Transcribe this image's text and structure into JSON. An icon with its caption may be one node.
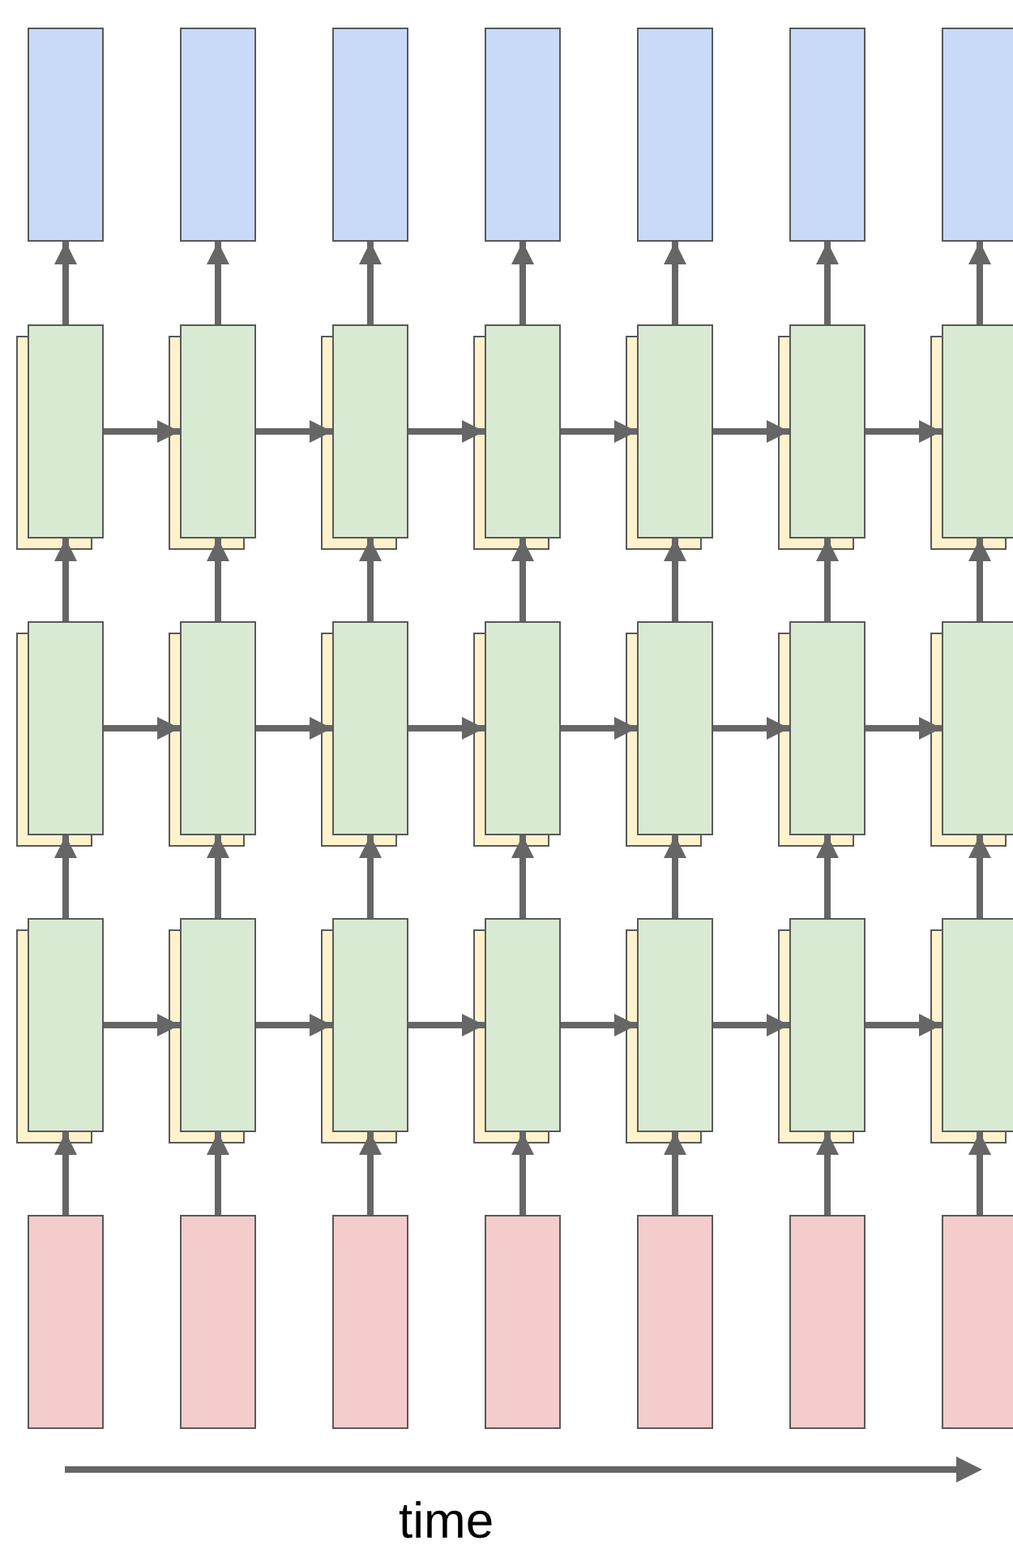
{
  "diagram": {
    "nodes": [
      {
        "text": [],
        "shape": "box"
      },
      {
        "text": [],
        "shape": "box"
      },
      {
        "text": [],
        "shape": "box"
      },
      {
        "text": [],
        "shape": "box"
      },
      {
        "text": [],
        "shape": "box"
      },
      {
        "text": [],
        "shape": "box"
      },
      {
        "text": [],
        "shape": "box"
      },
      {
        "text": [],
        "shape": "box"
      },
      {
        "text": [],
        "shape": "box"
      },
      {
        "text": [],
        "shape": "box"
      },
      {
        "text": [],
        "shape": "box"
      },
      {
        "text": [],
        "shape": "box"
      },
      {
        "text": [],
        "shape": "box"
      },
      {
        "text": [],
        "shape": "box"
      },
      {
        "text": [],
        "shape": "box"
      },
      {
        "text": [],
        "shape": "box"
      },
      {
        "text": [],
        "shape": "box"
      },
      {
        "text": [],
        "shape": "box"
      },
      {
        "text": [],
        "shape": "box"
      },
      {
        "text": [],
        "shape": "box"
      },
      {
        "text": [],
        "shape": "box"
      },
      {
        "text": [],
        "shape": "box"
      },
      {
        "text": [],
        "shape": "box"
      },
      {
        "text": [],
        "shape": "box"
      },
      {
        "text": [],
        "shape": "box"
      },
      {
        "text": [],
        "shape": "box"
      },
      {
        "text": [],
        "shape": "box"
      },
      {
        "text": [],
        "shape": "box"
      },
      {
        "text": [],
        "shape": "box"
      },
      {
        "text": [],
        "shape": "box"
      },
      {
        "text": [],
        "shape": "box"
      },
      {
        "text": [],
        "shape": "box"
      },
      {
        "text": [],
        "shape": "box"
      },
      {
        "text": [],
        "shape": "box"
      },
      {
        "text": [],
        "shape": "box"
      }
    ],
    "edges": [
      {
        "from": 28,
        "to": 21,
        "arrow": "to"
      },
      {
        "from": 29,
        "to": 22,
        "arrow": "to"
      },
      {
        "from": 30,
        "to": 23,
        "arrow": "to"
      },
      {
        "from": 31,
        "to": 24,
        "arrow": "to"
      },
      {
        "from": 32,
        "to": 25,
        "arrow": "to"
      },
      {
        "from": 33,
        "to": 26,
        "arrow": "to"
      },
      {
        "from": 34,
        "to": 27,
        "arrow": "to"
      },
      {
        "from": 21,
        "to": 14,
        "arrow": "to"
      },
      {
        "from": 22,
        "to": 15,
        "arrow": "to"
      },
      {
        "from": 23,
        "to": 16,
        "arrow": "to"
      },
      {
        "from": 24,
        "to": 17,
        "arrow": "to"
      },
      {
        "from": 25,
        "to": 18,
        "arrow": "to"
      },
      {
        "from": 26,
        "to": 19,
        "arrow": "to"
      },
      {
        "from": 27,
        "to": 20,
        "arrow": "to"
      },
      {
        "from": 14,
        "to": 7,
        "arrow": "to"
      },
      {
        "from": 15,
        "to": 8,
        "arrow": "to"
      },
      {
        "from": 16,
        "to": 9,
        "arrow": "to"
      },
      {
        "from": 17,
        "to": 10,
        "arrow": "to"
      },
      {
        "from": 18,
        "to": 11,
        "arrow": "to"
      },
      {
        "from": 19,
        "to": 12,
        "arrow": "to"
      },
      {
        "from": 20,
        "to": 13,
        "arrow": "to"
      },
      {
        "from": 7,
        "to": 0,
        "arrow": "to"
      },
      {
        "from": 8,
        "to": 1,
        "arrow": "to"
      },
      {
        "from": 9,
        "to": 2,
        "arrow": "to"
      },
      {
        "from": 10,
        "to": 3,
        "arrow": "to"
      },
      {
        "from": 11,
        "to": 4,
        "arrow": "to"
      },
      {
        "from": 12,
        "to": 5,
        "arrow": "to"
      },
      {
        "from": 13,
        "to": 6,
        "arrow": "to"
      },
      {
        "from": 7,
        "to": 8,
        "arrow": "to"
      },
      {
        "from": 8,
        "to": 9,
        "arrow": "to"
      },
      {
        "from": 9,
        "to": 10,
        "arrow": "to"
      },
      {
        "from": 10,
        "to": 11,
        "arrow": "to"
      },
      {
        "from": 11,
        "to": 12,
        "arrow": "to"
      },
      {
        "from": 12,
        "to": 13,
        "arrow": "to"
      },
      {
        "from": 14,
        "to": 15,
        "arrow": "to"
      },
      {
        "from": 15,
        "to": 16,
        "arrow": "to"
      },
      {
        "from": 16,
        "to": 17,
        "arrow": "to"
      },
      {
        "from": 17,
        "to": 18,
        "arrow": "to"
      },
      {
        "from": 18,
        "to": 19,
        "arrow": "to"
      },
      {
        "from": 19,
        "to": 20,
        "arrow": "to"
      },
      {
        "from": 21,
        "to": 22,
        "arrow": "to"
      },
      {
        "from": 22,
        "to": 23,
        "arrow": "to"
      },
      {
        "from": 23,
        "to": 24,
        "arrow": "to"
      },
      {
        "from": 24,
        "to": 25,
        "arrow": "to"
      },
      {
        "from": 25,
        "to": 26,
        "arrow": "to"
      },
      {
        "from": 26,
        "to": 27,
        "arrow": "to"
      }
    ],
    "labels": [
      "time"
    ]
  }
}
